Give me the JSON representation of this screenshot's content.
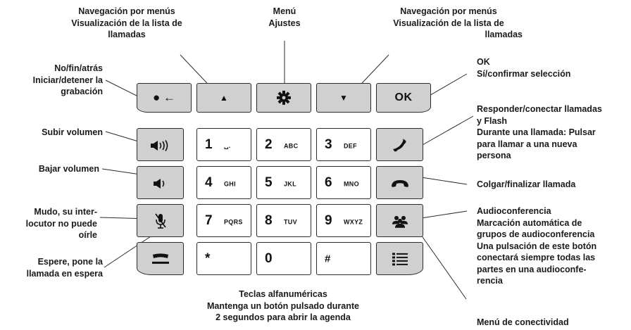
{
  "labels": {
    "menu_nav_left": [
      "Navegación por menús",
      "Visualización de la lista de",
      "llamadas"
    ],
    "menu_center": [
      "Menú",
      "Ajustes"
    ],
    "menu_nav_right": [
      "Navegación por menús",
      "Visualización de la lista de",
      "llamadas"
    ],
    "back": [
      "No/fin/atrás",
      "Iniciar/detener la",
      "grabación"
    ],
    "ok": [
      "OK",
      "Sí/confirmar selección"
    ],
    "vol_up": [
      "Subir volumen"
    ],
    "vol_down": [
      "Bajar volumen"
    ],
    "mute": [
      "Mudo, su inter-",
      "locutor no puede",
      "oírle"
    ],
    "hold": [
      "Espere, pone la",
      "llamada en espera"
    ],
    "answer": [
      "Responder/conectar llamadas",
      "y Flash",
      "Durante una llamada: Pulsar",
      "para llamar a una nueva",
      "persona"
    ],
    "hangup": [
      "Colgar/finalizar llamada"
    ],
    "conference": [
      "Audioconferencia",
      "Marcación automática de",
      "grupos de audioconferencia",
      "Una pulsación de este botón",
      "conectará siempre todas las",
      "partes en una audioconfe-",
      "rencia"
    ],
    "alnum": [
      "Teclas alfanuméricas",
      "Mantenga un botón pulsado durante",
      "2 segundos para abrir la agenda"
    ],
    "connectivity": [
      "Menú de conectividad"
    ]
  },
  "top_keys": {
    "back_icon": "● ←",
    "up_icon": "▲",
    "settings_icon": "✱",
    "down_icon": "▼",
    "ok_label": "OK"
  },
  "side_keys": {
    "vol_up_icon": "◀))",
    "vol_down_icon": "◀)",
    "mute_icon": "mic-off",
    "hold_icon": "hold",
    "answer_icon": "handset",
    "hangup_icon": "hangup",
    "conference_icon": "people",
    "connectivity_icon": "list"
  },
  "keypad": [
    {
      "digit": "1",
      "letters": "␣."
    },
    {
      "digit": "2",
      "letters": "ABC"
    },
    {
      "digit": "3",
      "letters": "DEF"
    },
    {
      "digit": "4",
      "letters": "GHI"
    },
    {
      "digit": "5",
      "letters": "JKL"
    },
    {
      "digit": "6",
      "letters": "MNO"
    },
    {
      "digit": "7",
      "letters": "PQRS"
    },
    {
      "digit": "8",
      "letters": "TUV"
    },
    {
      "digit": "9",
      "letters": "WXYZ"
    },
    {
      "digit": "*",
      "letters": ""
    },
    {
      "digit": "0",
      "letters": ""
    },
    {
      "digit": "#",
      "letters": ""
    }
  ]
}
